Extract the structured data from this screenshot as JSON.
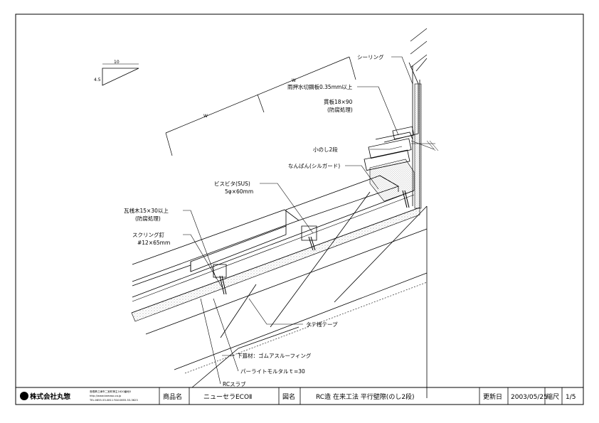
{
  "drawing": {
    "slope": {
      "run": "10",
      "rise": "4.5"
    },
    "dimensions": {
      "left": "W",
      "right": "W"
    },
    "labels": {
      "sealing": "シーリング",
      "flashing": "雨押水切鋼板0.35mm以上",
      "board": "貫板18×90",
      "board_treatment": "(防腐処理)",
      "noshi": "小のし2段",
      "nanban": "なんばん(シルガード)",
      "screw_name": "ビスビタ(SUS)",
      "screw_size": "5φ×60mm",
      "batten": "瓦桟木15×30以上",
      "batten_treatment": "(防腐処理)",
      "nail_name": "スクリング釘",
      "nail_size": "#12×65mm",
      "tape": "タテ桟テープ",
      "underlay": "下葺材：ゴムアスルーフィング",
      "mortar": "パーライトモルタルｔ=30",
      "slab": "RCスラブ"
    }
  },
  "title_block": {
    "company": "株式会社丸惣",
    "address_lines": [
      "島根県江津市二宮町神主1620番地5",
      "http://www.kamaso.co.jp",
      "TEL:0855-53-0811 FAX:0855-53-3623"
    ],
    "product_label": "商品名",
    "product_value": "ニューセラECOⅡ",
    "drawing_label": "図名",
    "drawing_value": "RC造 在来工法 平行壁際(のし2段)",
    "updated_label": "更新日",
    "updated_value": "2003/05/25",
    "scale_label": "縮尺",
    "scale_value": "1/5"
  },
  "colors": {
    "line": "#000000",
    "paper": "#ffffff",
    "fill_texture": "#555555"
  }
}
